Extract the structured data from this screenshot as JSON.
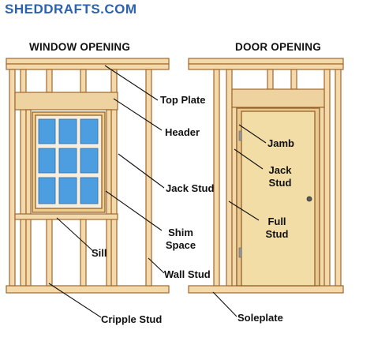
{
  "brand": "SHEDDRAFTS.COM",
  "titles": {
    "window": "WINDOW OPENING",
    "door": "DOOR OPENING"
  },
  "labels": {
    "top_plate": "Top Plate",
    "header": "Header",
    "jack_stud_left": "Jack Stud",
    "shim_space": [
      "Shim",
      "Space"
    ],
    "sill": "Sill",
    "wall_stud": "Wall Stud",
    "cripple_stud": "Cripple Stud",
    "jamb": "Jamb",
    "jack_stud_right": [
      "Jack",
      "Stud"
    ],
    "full_stud": [
      "Full",
      "Stud"
    ],
    "soleplate": "Soleplate"
  },
  "colors": {
    "lumber": "#f4d9ab",
    "lumber_edge": "#a0682f",
    "header": "#eed2a0",
    "glass": "#4d9ee0",
    "sash": "#f7eedd",
    "door": "#f2dda7",
    "brand": "#2a62b0"
  }
}
